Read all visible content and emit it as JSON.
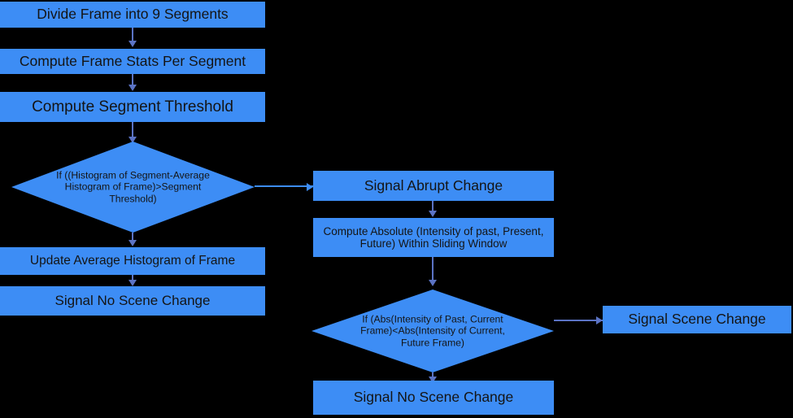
{
  "diagram": {
    "title": "Scene Change Detection Flowchart",
    "type": "flowchart",
    "background_color": "#000000",
    "node_fill_color": "#3D8DF5",
    "node_text_color": "#141414",
    "connector_color": "#5B73C4",
    "connector_highlight_color": "#3D8DF5"
  },
  "nodes": {
    "divide_frame": "Divide Frame into 9 Segments",
    "compute_stats": "Compute Frame Stats Per Segment",
    "compute_threshold": "Compute Segment Threshold",
    "decision_histogram": "If ((Histogram of Segment-Average Histogram of Frame)>Segment Threshold)",
    "update_average": "Update Average Histogram of Frame",
    "signal_no_scene_change_left": "Signal No Scene Change",
    "signal_abrupt_change": "Signal Abrupt Change",
    "compute_absolute": "Compute Absolute (Intensity of past, Present, Future) Within Sliding Window",
    "decision_intensity": "If (Abs(Intensity of Past, Current Frame)<Abs(Intensity of Current, Future Frame)",
    "signal_scene_change": "Signal Scene Change",
    "signal_no_scene_change_bottom": "Signal No Scene Change"
  }
}
